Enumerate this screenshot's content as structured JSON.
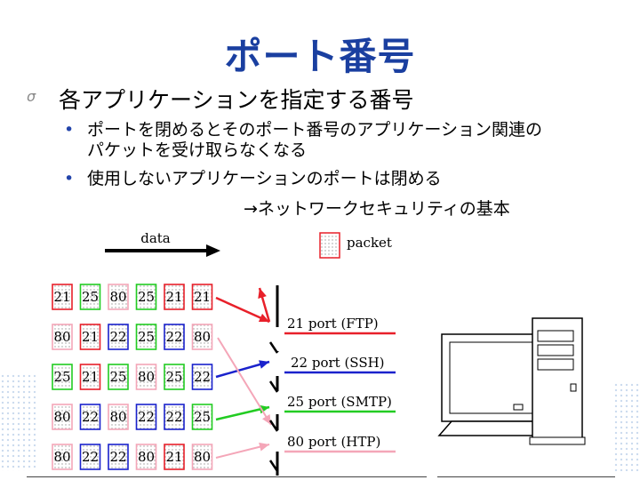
{
  "title": "ポート番号",
  "main_bullet": "各アプリケーションを指定する番号",
  "sub_bullets": [
    {
      "line1": "ポートを閉めるとそのポート番号のアプリケーション関連の",
      "line2": "パケットを受け取らなくなる"
    },
    {
      "line1": "使用しないアプリケーションのポートは閉める",
      "line2": ""
    }
  ],
  "conclusion": "→ネットワークセキュリティの基本",
  "diagram": {
    "data_label": "data",
    "packet_label": "packet",
    "grid": [
      [
        {
          "v": "21",
          "c": "red"
        },
        {
          "v": "25",
          "c": "green"
        },
        {
          "v": "80",
          "c": "pink"
        },
        {
          "v": "25",
          "c": "green"
        },
        {
          "v": "21",
          "c": "red"
        },
        {
          "v": "21",
          "c": "red"
        }
      ],
      [
        {
          "v": "80",
          "c": "pink"
        },
        {
          "v": "21",
          "c": "red"
        },
        {
          "v": "22",
          "c": "blue"
        },
        {
          "v": "25",
          "c": "green"
        },
        {
          "v": "22",
          "c": "blue"
        },
        {
          "v": "80",
          "c": "pink"
        }
      ],
      [
        {
          "v": "25",
          "c": "green"
        },
        {
          "v": "21",
          "c": "red"
        },
        {
          "v": "25",
          "c": "green"
        },
        {
          "v": "80",
          "c": "pink"
        },
        {
          "v": "25",
          "c": "green"
        },
        {
          "v": "22",
          "c": "blue"
        }
      ],
      [
        {
          "v": "80",
          "c": "pink"
        },
        {
          "v": "22",
          "c": "blue"
        },
        {
          "v": "80",
          "c": "pink"
        },
        {
          "v": "22",
          "c": "blue"
        },
        {
          "v": "22",
          "c": "blue"
        },
        {
          "v": "25",
          "c": "green"
        }
      ],
      [
        {
          "v": "80",
          "c": "pink"
        },
        {
          "v": "22",
          "c": "blue"
        },
        {
          "v": "22",
          "c": "blue"
        },
        {
          "v": "80",
          "c": "pink"
        },
        {
          "v": "21",
          "c": "red"
        },
        {
          "v": "80",
          "c": "pink"
        }
      ]
    ],
    "ports": [
      {
        "label": "21 port (FTP)",
        "c": "red"
      },
      {
        "label": "22 port (SSH)",
        "c": "blue"
      },
      {
        "label": "25 port (SMTP)",
        "c": "green"
      },
      {
        "label": "80 port (HTP)",
        "c": "pink"
      }
    ],
    "colors": {
      "red": "#e8202a",
      "green": "#22cc22",
      "blue": "#1a22cc",
      "pink": "#f4a6b8"
    }
  }
}
